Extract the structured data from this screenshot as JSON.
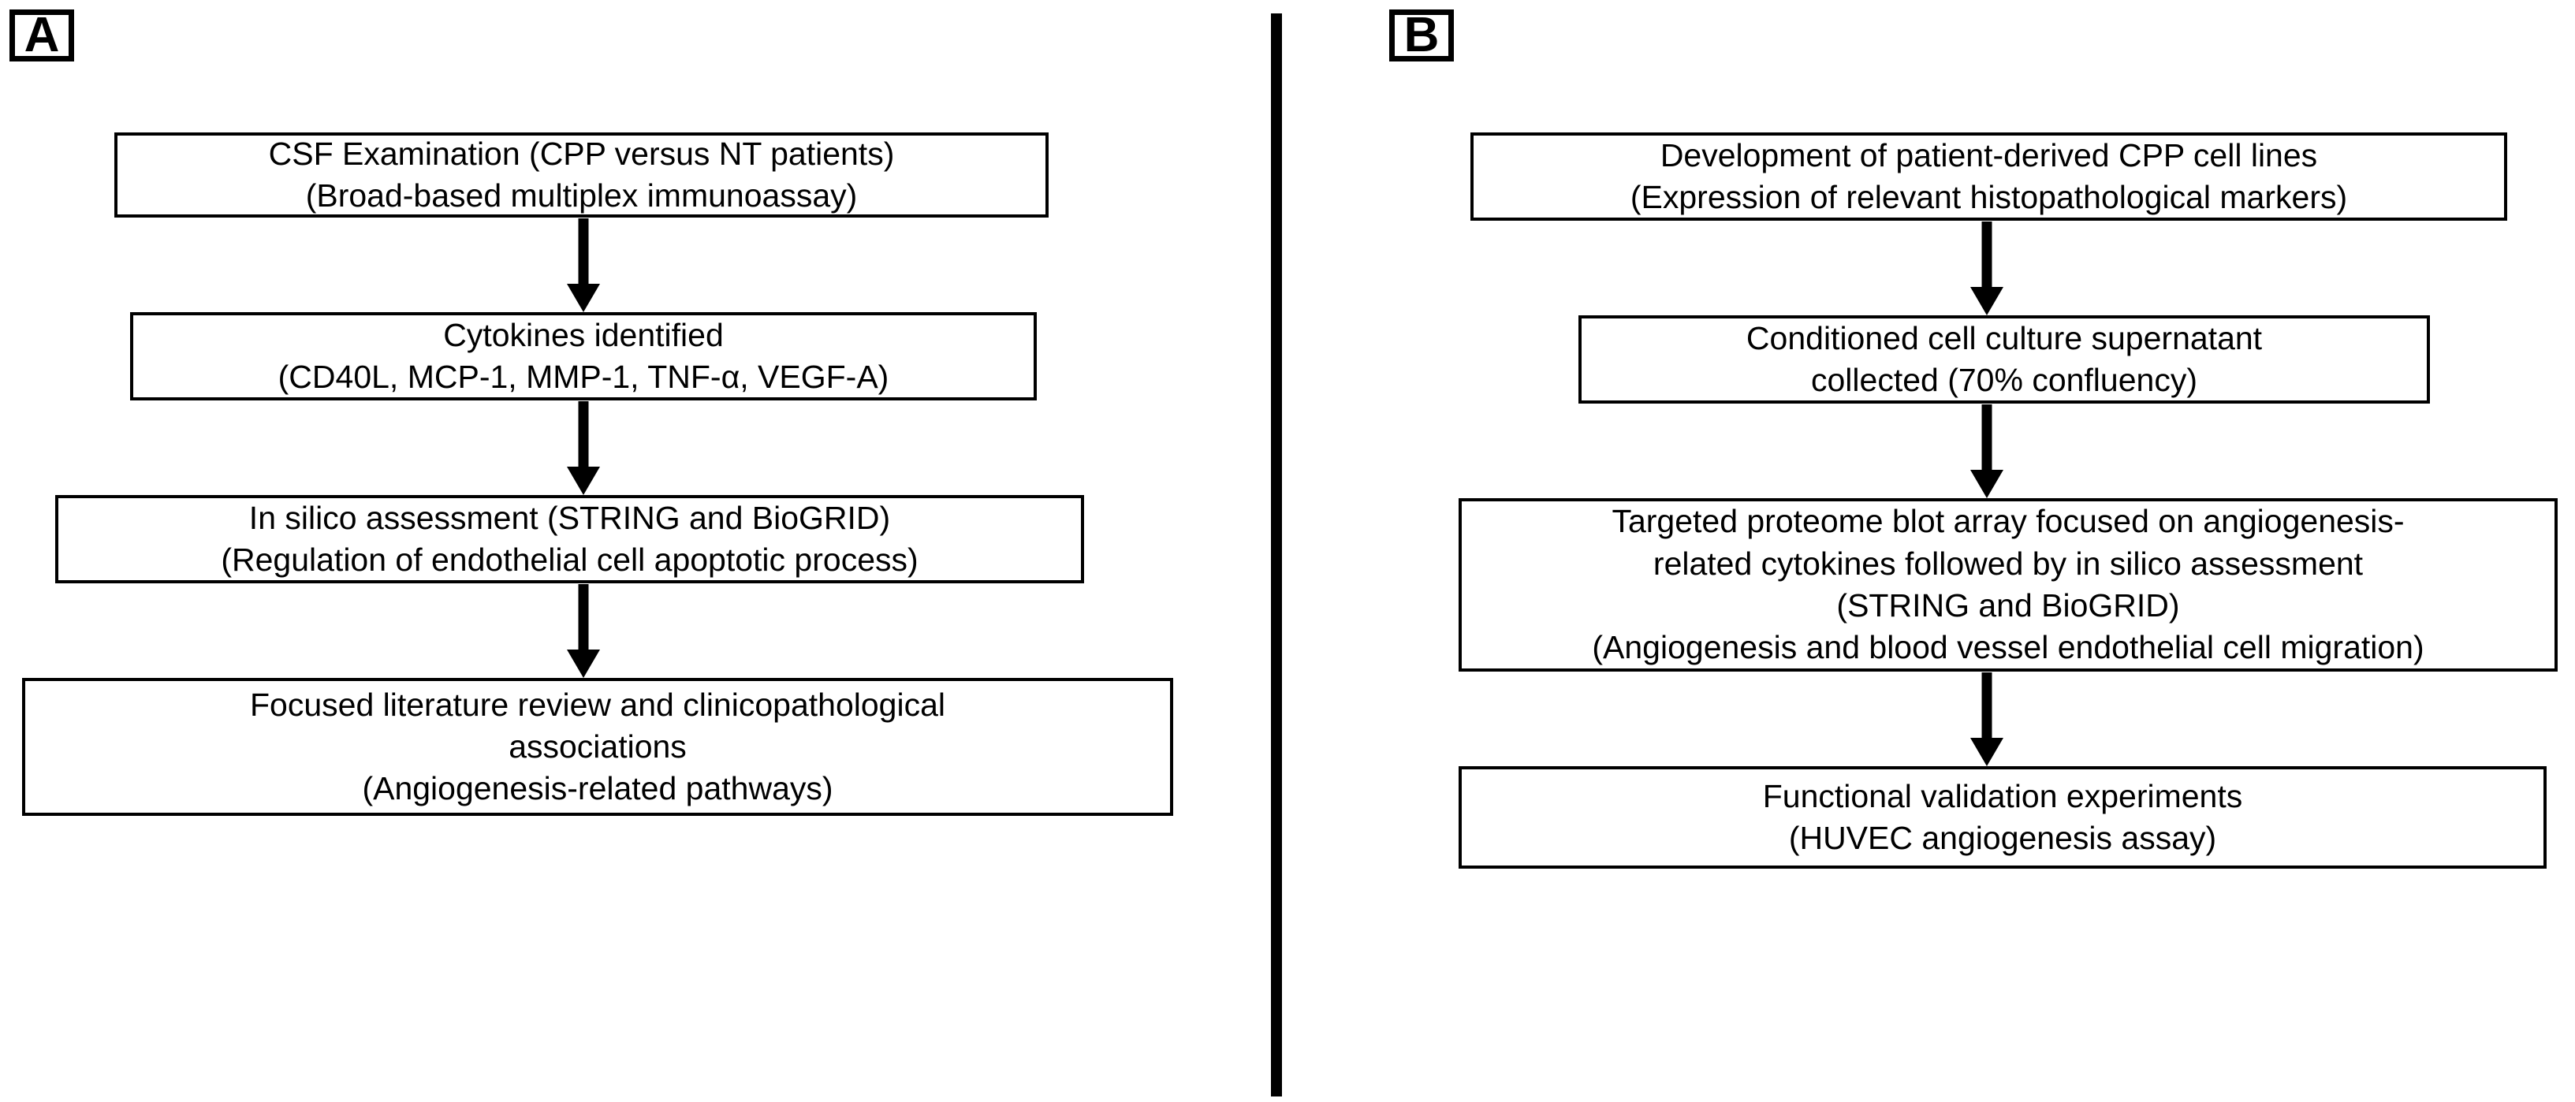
{
  "figure": {
    "background_color": "#ffffff",
    "stroke_color": "#000000",
    "divider": {
      "name": "panel-divider"
    }
  },
  "panels": [
    {
      "id": "A",
      "badge_label": "A",
      "steps": [
        {
          "name": "csf-examination",
          "lines": [
            "CSF Examination (CPP versus NT patients)",
            "(Broad-based multiplex immunoassay)"
          ]
        },
        {
          "name": "cytokines-identified",
          "lines": [
            "Cytokines identified",
            "(CD40L, MCP-1, MMP-1, TNF-α, VEGF-A)"
          ]
        },
        {
          "name": "in-silico-assessment",
          "lines": [
            "In silico assessment (STRING and BioGRID)",
            "(Regulation of endothelial cell apoptotic process)"
          ]
        },
        {
          "name": "literature-review",
          "lines": [
            "Focused literature review and clinicopathological",
            "associations",
            "(Angiogenesis-related pathways)"
          ]
        }
      ]
    },
    {
      "id": "B",
      "badge_label": "B",
      "steps": [
        {
          "name": "cpp-cell-lines",
          "lines": [
            "Development of patient-derived CPP cell lines",
            "(Expression of relevant histopathological markers)"
          ]
        },
        {
          "name": "conditioned-supernatant",
          "lines": [
            "Conditioned cell culture supernatant",
            "collected (70% confluency)"
          ]
        },
        {
          "name": "proteome-blot-array",
          "lines": [
            "Targeted proteome blot array focused on angiogenesis-",
            "related cytokines followed by in silico assessment",
            "(STRING and BioGRID)",
            "(Angiogenesis and blood vessel endothelial cell migration)"
          ]
        },
        {
          "name": "functional-validation",
          "lines": [
            "Functional validation experiments",
            "(HUVEC angiogenesis assay)"
          ]
        }
      ]
    }
  ]
}
